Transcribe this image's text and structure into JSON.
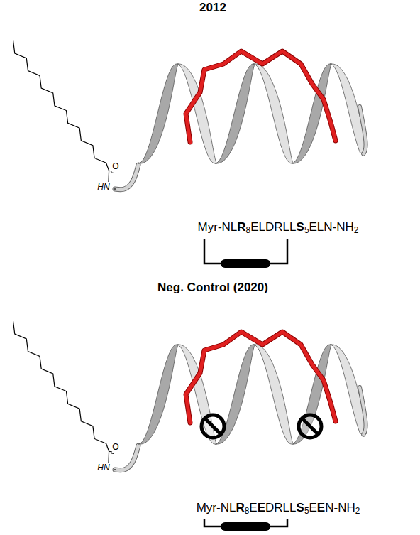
{
  "diagram": {
    "labels": [
      "2012",
      "HN",
      "O",
      "Myr-NLR8ELDRLLS5ELN-NH2",
      "Neg. Control (2020)",
      "HN",
      "O",
      "Myr-NLR8EEDRLLS5EEN-NH2"
    ]
  }
}
